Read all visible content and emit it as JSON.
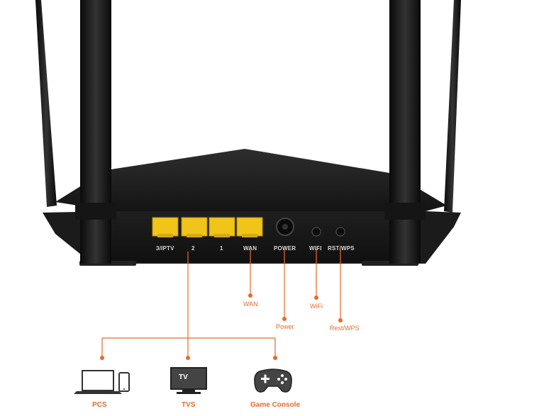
{
  "ports": {
    "lan3_iptv": "3/IPTV",
    "lan2": "2",
    "lan1": "1",
    "wan": "WAN",
    "power": "POWER",
    "wifi": "WIFI",
    "rst_wps": "RST/WPS"
  },
  "callouts": {
    "wan": "WAN",
    "power": "Power",
    "wifi": "WiFi",
    "rst_wps": "Rest/WPS"
  },
  "devices": {
    "pcs": "PCS",
    "tvs": "TVS",
    "tv_screen": "TV",
    "game_console": "Game  Console"
  },
  "colors": {
    "accent": "#e8692a",
    "port_yellow": "#f0c419",
    "router_body": "#1c1c1c"
  }
}
